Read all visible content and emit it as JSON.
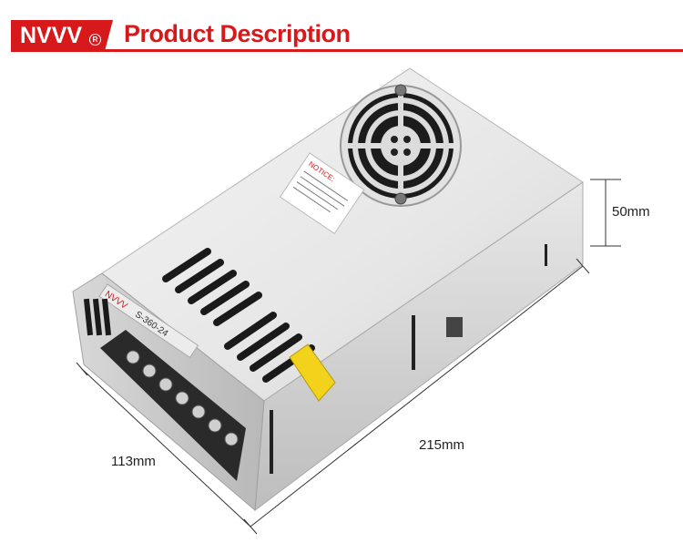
{
  "header": {
    "brand": "NVVV",
    "brand_mark": "R",
    "title": "Product Description",
    "accent_color": "#d7191c"
  },
  "product": {
    "model_label": "S-360-24",
    "brand_label": "NVVV",
    "notice_title": "NOTICE:",
    "icons": [
      "fan-icon",
      "terminal-block-icon"
    ]
  },
  "dimensions": {
    "height": "50mm",
    "length": "215mm",
    "width": "113mm"
  }
}
